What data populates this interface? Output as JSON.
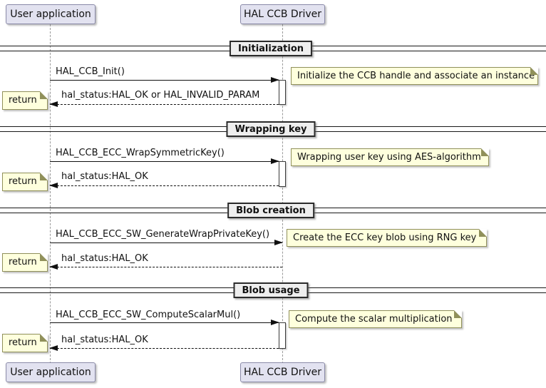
{
  "diagram": {
    "participants": [
      {
        "name": "User application"
      },
      {
        "name": "HAL CCB Driver"
      }
    ],
    "sections": [
      {
        "divider": "Initialization",
        "call": "HAL_CCB_Init()",
        "return": "hal_status:HAL_OK or HAL_INVALID_PARAM",
        "return_note": "return",
        "note": "Initialize the CCB handle and associate an instance"
      },
      {
        "divider": "Wrapping key",
        "call": "HAL_CCB_ECC_WrapSymmetricKey()",
        "return": "hal_status:HAL_OK",
        "return_note": "return",
        "note": "Wrapping user key using AES-algorithm"
      },
      {
        "divider": "Blob creation",
        "call": "HAL_CCB_ECC_SW_GenerateWrapPrivateKey()",
        "return": "hal_status:HAL_OK",
        "return_note": "return",
        "note": "Create the ECC key blob using RNG key"
      },
      {
        "divider": "Blob usage",
        "call": "HAL_CCB_ECC_SW_ComputeScalarMul()",
        "return": "hal_status:HAL_OK",
        "return_note": "return",
        "note": "Compute the scalar multiplication"
      }
    ],
    "colors": {
      "participant_fill": "#E2E2F0",
      "participant_border": "#8a8aa8",
      "note_fill": "#FEFFDD",
      "note_border": "#90905a",
      "divider_fill": "#EEEEEE",
      "divider_border": "#2a2a2a",
      "lifeline": "#9a9a9a",
      "arrow": "#101010",
      "background": "#ffffff"
    }
  }
}
